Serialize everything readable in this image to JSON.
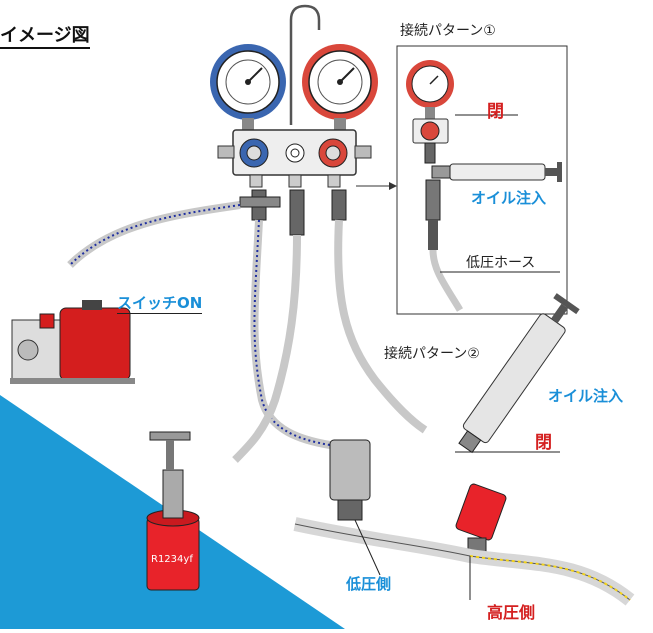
{
  "title": "イメージ図",
  "pattern1": {
    "title": "接続パターン①",
    "closed_label": "閉",
    "oil_label": "オイル注入",
    "hose_label": "低圧ホース"
  },
  "pattern2": {
    "title": "接続パターン②",
    "oil_label": "オイル注入",
    "closed_label": "閉"
  },
  "pump_label": "スイッチON",
  "can_label": "R1234yf",
  "low_side_label": "低圧側",
  "high_side_label": "高圧側",
  "colors": {
    "low_gauge": "#3a66b0",
    "high_gauge": "#d9473b",
    "pump": "#d41e1e",
    "coupler_red": "#e8232a",
    "accent_blue": "#1a8fd8",
    "corner_blue": "#1d9ad6",
    "hose_dots_blue": "#1f2fa0",
    "hose_dots_yellow": "#f2d21a"
  }
}
